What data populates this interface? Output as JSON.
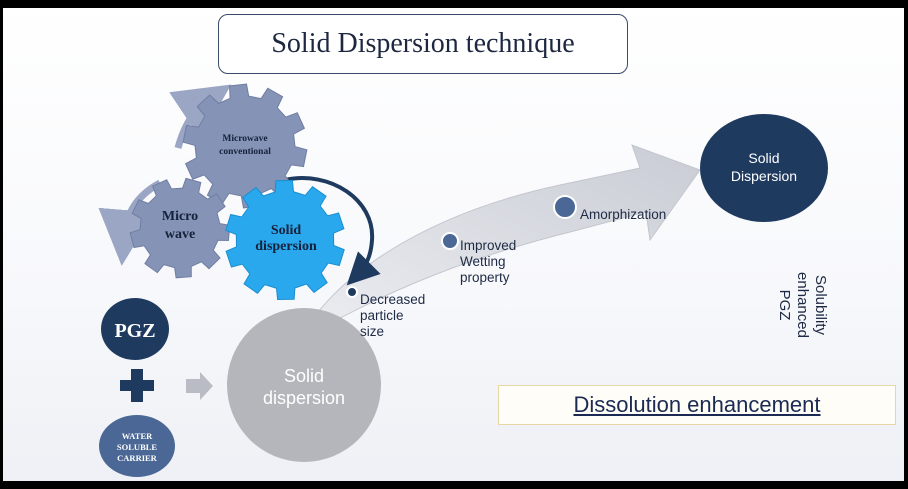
{
  "title": "Solid Dispersion technique",
  "gears": {
    "microwave_conventional": [
      "Microwave",
      "conventional"
    ],
    "micro_wave": [
      "Micro",
      "wave"
    ],
    "solid_dispersion": [
      "Solid",
      "dispersion"
    ]
  },
  "ingredients": {
    "pgz": "PGZ",
    "plus": "+",
    "carrier": [
      "WATER",
      "SOLUBLE",
      "CARRIER"
    ]
  },
  "solid_dispersion_circle": [
    "Solid",
    "dispersion"
  ],
  "arrow_points": {
    "decreased": [
      "Decreased",
      "particle",
      "size"
    ],
    "wetting": [
      "Improved",
      "Wetting",
      "property"
    ],
    "amorphization": "Amorphization"
  },
  "final_circle": [
    "Solid",
    "Dispersion"
  ],
  "rotated_label": [
    "Solubility",
    "enhanced",
    "PGZ"
  ],
  "dissolution_label": "Dissolution enhancement",
  "colors": {
    "navy": "#1f3a5f",
    "gear_gray": "#8593b6",
    "gear_blue": "#29a8ee",
    "circle_gray": "#b4b6bc",
    "arrow_fill": "#d6d9e0"
  }
}
